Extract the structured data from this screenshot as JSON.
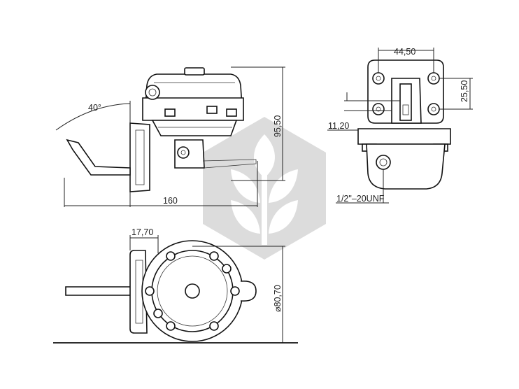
{
  "dimensions": {
    "angle": "40°",
    "length": "160",
    "height": "95,50",
    "bolt_spacing_h": "44,50",
    "bolt_spacing_v": "25,50",
    "offset": "11,20",
    "thread": "1/2\"–20UNF",
    "flange": "17,70",
    "diameter": "⌀80,70"
  },
  "colors": {
    "line": "#111111",
    "watermark": "#d9d9d9"
  },
  "watermark_icon": "leaf-hexagon-icon"
}
